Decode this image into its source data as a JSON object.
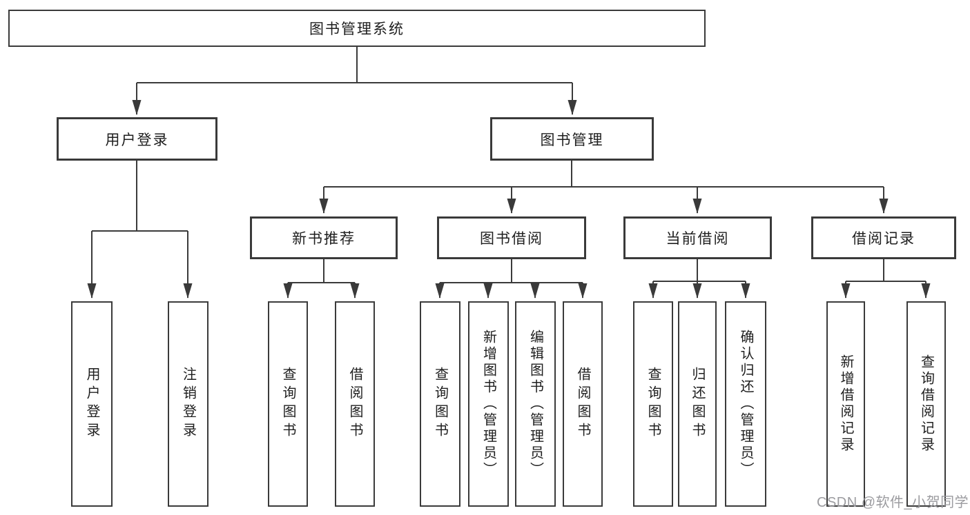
{
  "diagram": {
    "root": {
      "label": "图书管理系统",
      "children": [
        {
          "label": "用户登录",
          "children": [
            {
              "label": "用户登录"
            },
            {
              "label": "注销登录"
            }
          ]
        },
        {
          "label": "图书管理",
          "children": [
            {
              "label": "新书推荐",
              "children": [
                {
                  "label": "查询图书"
                },
                {
                  "label": "借阅图书"
                }
              ]
            },
            {
              "label": "图书借阅",
              "children": [
                {
                  "label": "查询图书"
                },
                {
                  "label": "新增图书（管理员）"
                },
                {
                  "label": "编辑图书（管理员）"
                },
                {
                  "label": "借阅图书"
                }
              ]
            },
            {
              "label": "当前借阅",
              "children": [
                {
                  "label": "查询图书"
                },
                {
                  "label": "归还图书"
                },
                {
                  "label": "确认归还（管理员）"
                }
              ]
            },
            {
              "label": "借阅记录",
              "children": [
                {
                  "label": "新增借阅记录"
                },
                {
                  "label": "查询借阅记录"
                }
              ]
            }
          ]
        }
      ]
    }
  },
  "watermark": {
    "text": "CSDN @软件_小贺同学"
  },
  "colors": {
    "line": "#3a3a3a",
    "box_border": "#3a3a3a",
    "box_fill": "#ffffff",
    "text": "#1e1e1e",
    "watermark": "#9b9b9f"
  }
}
